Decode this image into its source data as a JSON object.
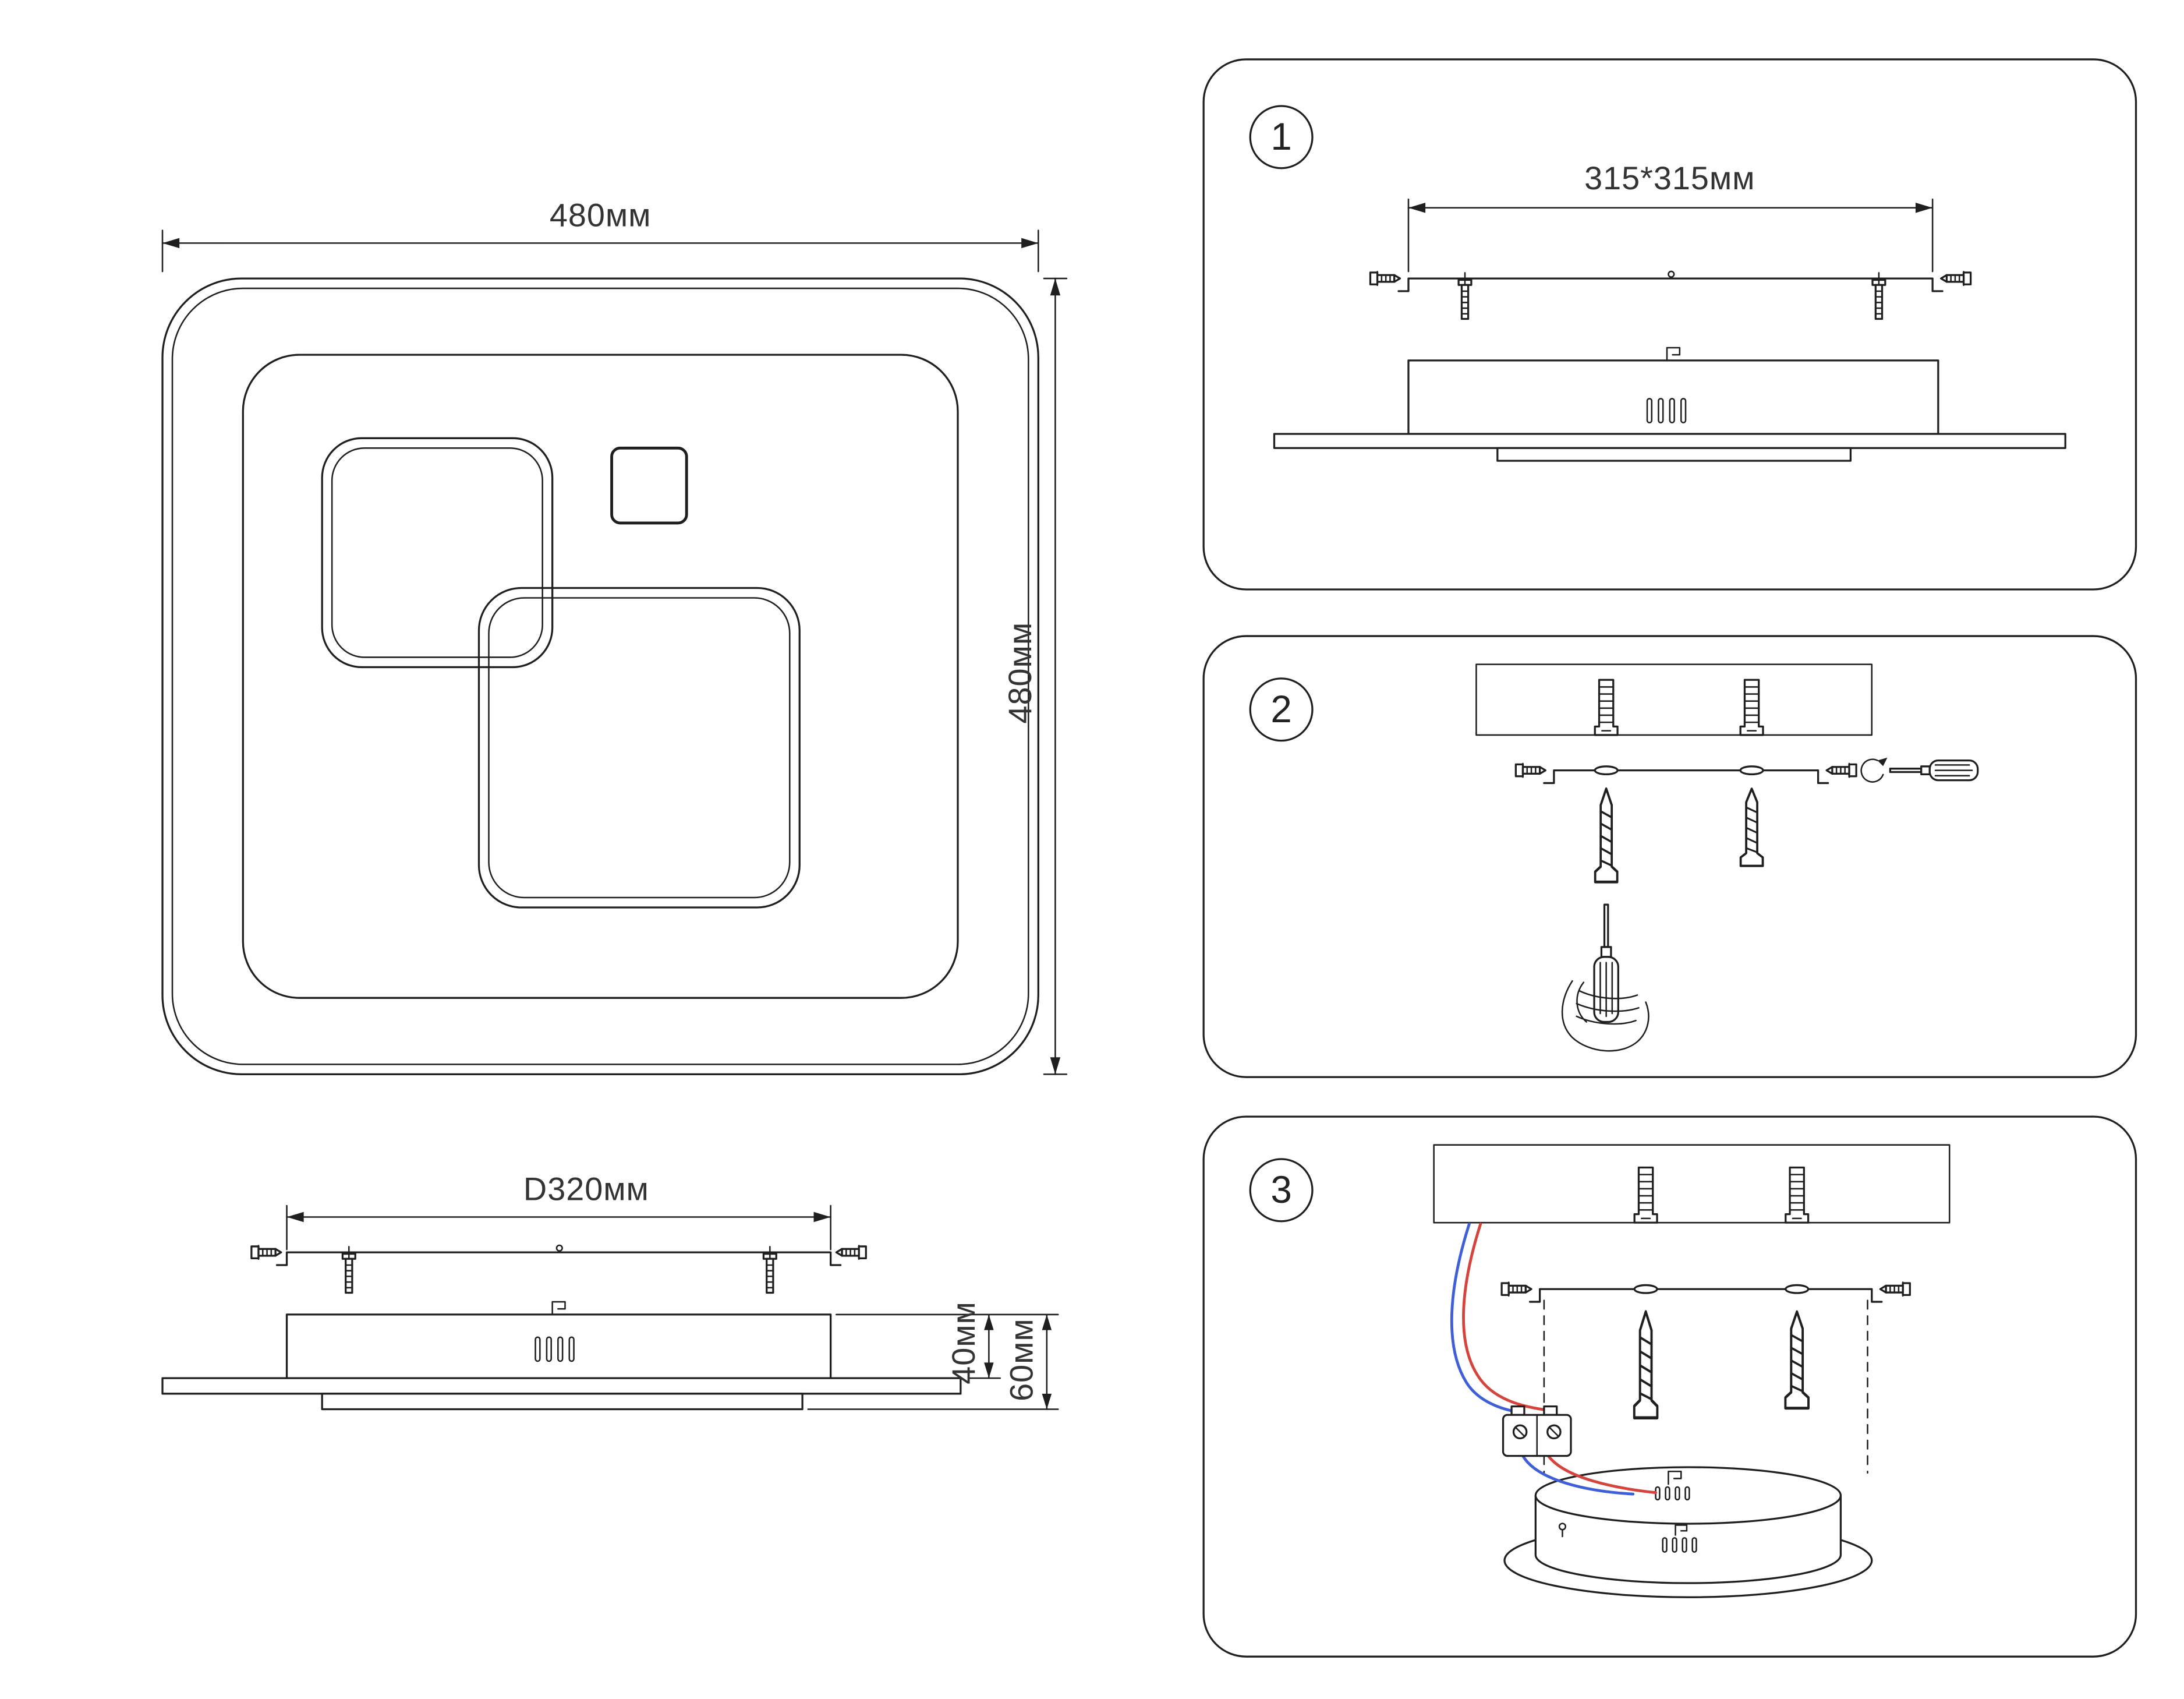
{
  "colors": {
    "line": "#1f1f1f",
    "dim_text": "#333333",
    "wire_red": "#d5443c",
    "wire_blue": "#3f5fd8",
    "background": "#ffffff"
  },
  "top_view": {
    "width_label": "480мм",
    "height_label": "480мм"
  },
  "side_view": {
    "diameter_label": "D320мм",
    "body_height_label": "40мм",
    "total_height_label": "60мм"
  },
  "steps": [
    {
      "number": "1",
      "mount_spacing_label": "315*315мм"
    },
    {
      "number": "2"
    },
    {
      "number": "3"
    }
  ]
}
